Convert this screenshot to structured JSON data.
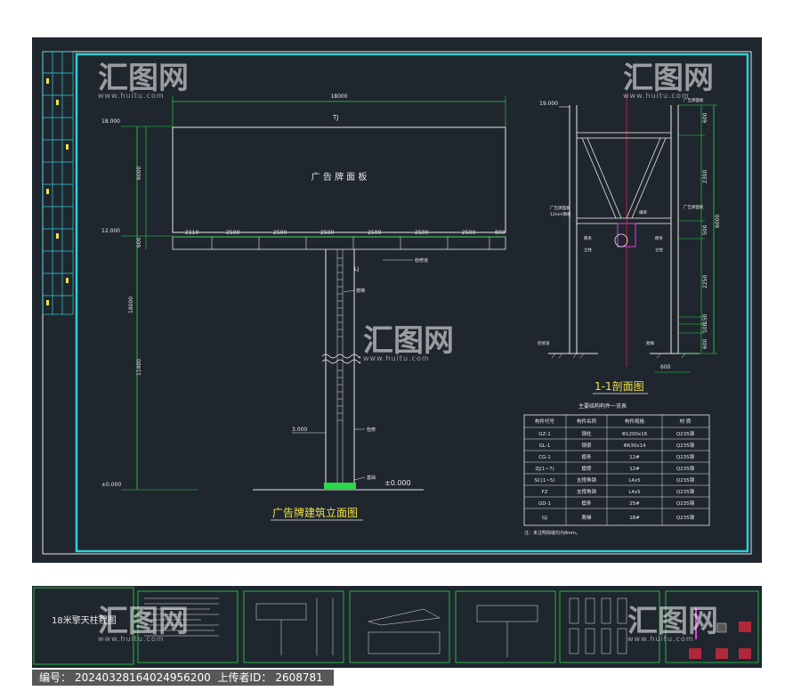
{
  "elevation": {
    "total_width": "18000",
    "panel_label": "广 告 牌 面 板",
    "panel_tag": "TJ",
    "column_tag": "LJ",
    "segments": [
      "2110",
      "2500",
      "2500",
      "2500",
      "2500",
      "2500",
      "2500",
      "800"
    ],
    "elev_top": "18.000",
    "elev_mid": "12.000",
    "elev_low": "3.000",
    "elev_zero": "±0.000",
    "elev_ground": "±0.000",
    "dim_6000": "6000",
    "dim_600": "600",
    "dim_18000": "18000",
    "dim_11400": "11400",
    "note_a": "检修道",
    "note_b": "爬梯",
    "note_c": "检修",
    "note_d": "基础",
    "title": "广告牌建筑立面图"
  },
  "section": {
    "elev_top": "19.000",
    "dim_right": [
      "600",
      "2300",
      "500",
      "2250",
      "150",
      "100",
      "600"
    ],
    "dim_total": "6000",
    "dim_bottom": "600",
    "notes": [
      "广告牌面板",
      "广告牌面板",
      "广告牌面板",
      "檩条",
      "檩条",
      "立柱",
      "立柱",
      "横梁",
      "检修道",
      "爬梯",
      "12mm钢板"
    ],
    "title": "1-1剖面图"
  },
  "table": {
    "title": "主要结构构件一览表",
    "headers": [
      "构件代号",
      "构件名称",
      "构件规格",
      "材 质"
    ],
    "rows": [
      [
        "GZ-1",
        "钢柱",
        "Φ1200x16",
        "Q235钢"
      ],
      [
        "GL-1",
        "钢梁",
        "Φ630x14",
        "Q235钢"
      ],
      [
        "CG-1",
        "檩条",
        "12#",
        "Q235钢"
      ],
      [
        "ZJ(1~7)",
        "檩撑",
        "12#",
        "Q235钢"
      ],
      [
        "SC(1~5)",
        "支撑角钢",
        "L4x5",
        "Q235钢"
      ],
      [
        "FZ",
        "支撑角钢",
        "L4x5",
        "Q235钢"
      ],
      [
        "GD-1",
        "檩条",
        "25#",
        "Q235钢"
      ],
      [
        "GJ",
        "爬梯",
        "18#",
        "Q235钢"
      ]
    ],
    "note": "注：未注明焊缝均为8mm。"
  },
  "strip": {
    "label": "18米擎天柱程图"
  },
  "watermark": {
    "brand": "汇图网",
    "url": "www.huitu.com"
  },
  "footer": {
    "id_label": "编号：",
    "id_value": "20240328164024956200",
    "uploader_label": "上传者ID：",
    "uploader_value": "2608781"
  },
  "colors": {
    "background": "#1f262e",
    "frame": "#2fd0d8",
    "line": "#e8e8e8",
    "dimension": "#29d94a",
    "center": "#e0243a",
    "magenta": "#e040e0"
  }
}
